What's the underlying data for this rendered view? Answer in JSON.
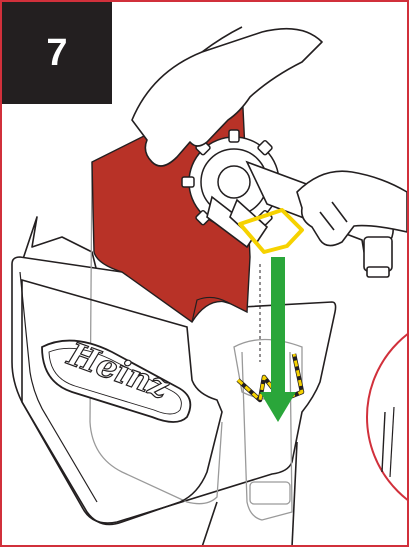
{
  "step": {
    "number": "7"
  },
  "illustration": {
    "brand_label": "Heinz",
    "colors": {
      "frame_border": "#d1303b",
      "badge_bg": "#231f20",
      "panel_red": "#b83227",
      "arrow_green": "#2aa63a",
      "highlight_yellow": "#f6d200",
      "outline": "#231f20"
    },
    "icons": [
      "hand-icon",
      "gear-icon",
      "down-arrow-icon",
      "detail-callout-circle"
    ]
  }
}
